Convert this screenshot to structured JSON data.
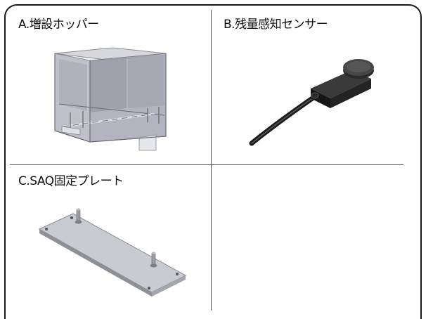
{
  "panels": {
    "a": {
      "label": "A.増設ホッパー",
      "icon": "hopper-icon"
    },
    "b": {
      "label": "B.残量感知センサー",
      "icon": "sensor-icon"
    },
    "c": {
      "label": "C.SAQ固定プレート",
      "icon": "plate-icon"
    },
    "d": {
      "label": ""
    }
  }
}
